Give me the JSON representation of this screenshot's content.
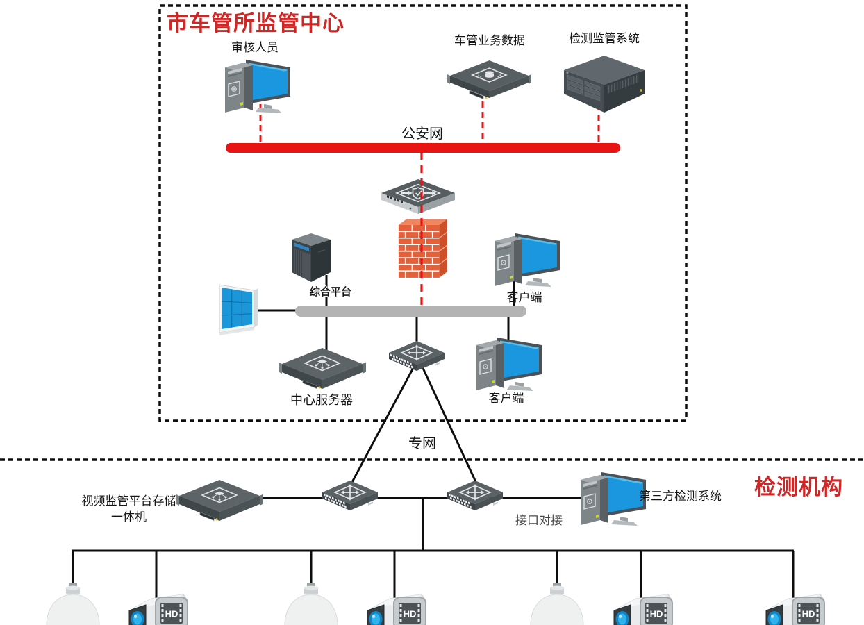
{
  "center_zone": {
    "title": "市车管所监管中心",
    "auditor_label": "审核人员",
    "vehicle_data_label": "车管业务数据",
    "inspection_system_label": "检测监管系统",
    "police_network_label": "公安网",
    "platform_label": "综合平台",
    "client_top_label": "客户端",
    "client_bottom_label": "客户端",
    "central_server_label": "中心服务器"
  },
  "links": {
    "private_network_label": "专网",
    "interface_label": "接口对接"
  },
  "inspection_zone": {
    "title": "检测机构",
    "storage_line1": "视频监管平台存储",
    "storage_line2": "一体机",
    "third_party_label": "第三方检测系统"
  },
  "badges": {
    "hd": "HD"
  },
  "colors": {
    "accent_red": "#e81414",
    "title_red": "#cf2626",
    "bus_gray": "#b3b3b3",
    "screen_blue": "#1a97de",
    "device_gray": "#565e62",
    "brick_orange": "#e4603a"
  },
  "icons": {
    "gateway": "shield-check-with-arrows-icon",
    "switch": "four-way-arrows-icon",
    "database_server": "database-icon",
    "server": "network-nodes-icon",
    "firewall": "brick-wall-icon",
    "dome_camera": "dome-camera-icon",
    "hd_camera": "hd-film-badge-icon",
    "video_wall": "video-wall-icon",
    "workstation": "desktop-computer-icon"
  }
}
